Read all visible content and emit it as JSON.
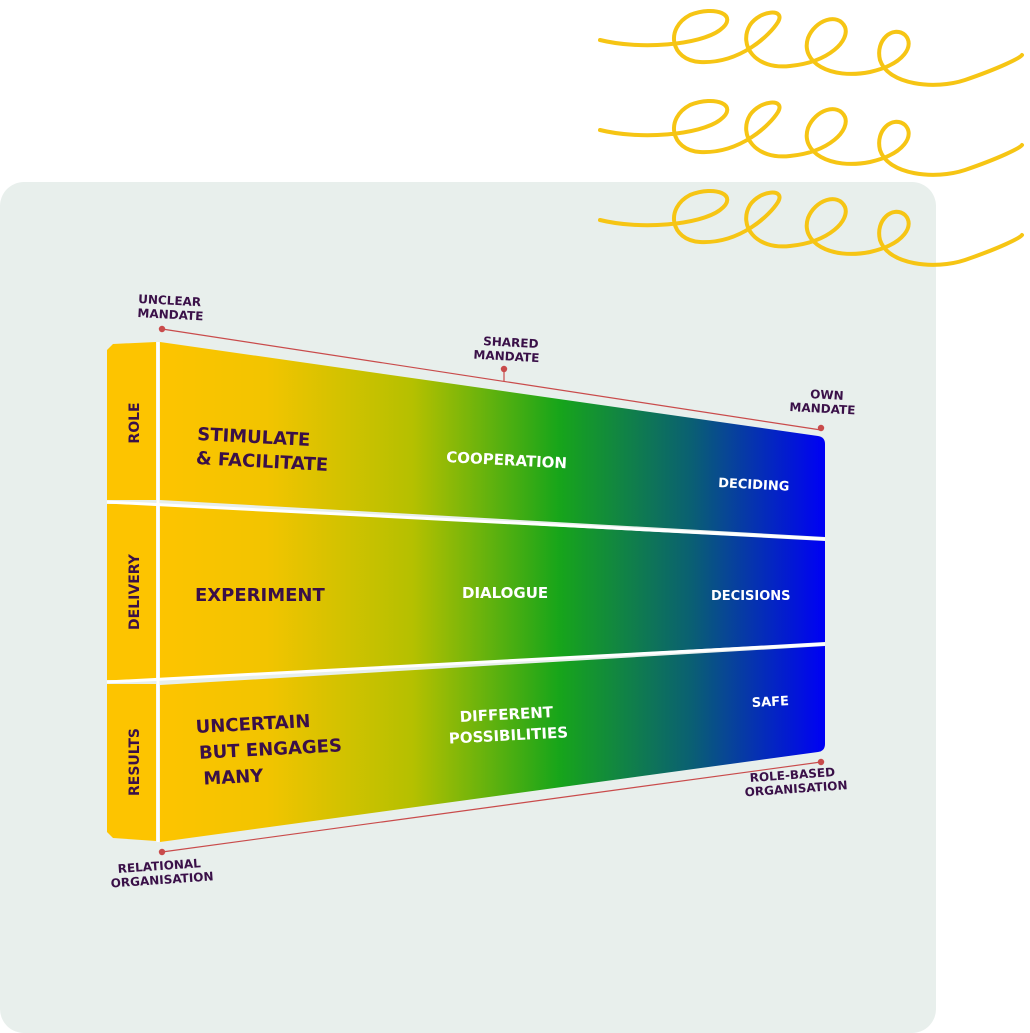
{
  "colors": {
    "background_panel": "#e8efec",
    "gradient_start": "#fdc400",
    "gradient_mid": "#1aa81a",
    "gradient_end": "#0000f5",
    "text_dark": "#3a1048",
    "text_light": "#ffffff",
    "scribble": "#f6c514",
    "axis_line": "#c94b4b"
  },
  "scale_top": {
    "start": [
      "UNCLEAR",
      "MANDATE"
    ],
    "middle": [
      "SHARED",
      "MANDATE"
    ],
    "end": [
      "OWN",
      "MANDATE"
    ]
  },
  "scale_bottom": {
    "start": [
      "RELATIONAL",
      "ORGANISATION"
    ],
    "end": [
      "ROLE-BASED",
      "ORGANISATION"
    ]
  },
  "rows": [
    {
      "side_label": "ROLE",
      "left": [
        "STIMULATE",
        "& FACILITATE"
      ],
      "middle": [
        "COOPERATION"
      ],
      "right": [
        "DECIDING"
      ]
    },
    {
      "side_label": "DELIVERY",
      "left": [
        "EXPERIMENT"
      ],
      "middle": [
        "DIALOGUE"
      ],
      "right": [
        "DECISIONS"
      ]
    },
    {
      "side_label": "RESULTS",
      "left": [
        "UNCERTAIN",
        "BUT ENGAGES",
        "MANY"
      ],
      "middle": [
        "DIFFERENT",
        "POSSIBILITIES"
      ],
      "right": [
        "SAFE"
      ]
    }
  ],
  "decoration": {
    "scribble_icon": "yellow-loop-scribble"
  }
}
